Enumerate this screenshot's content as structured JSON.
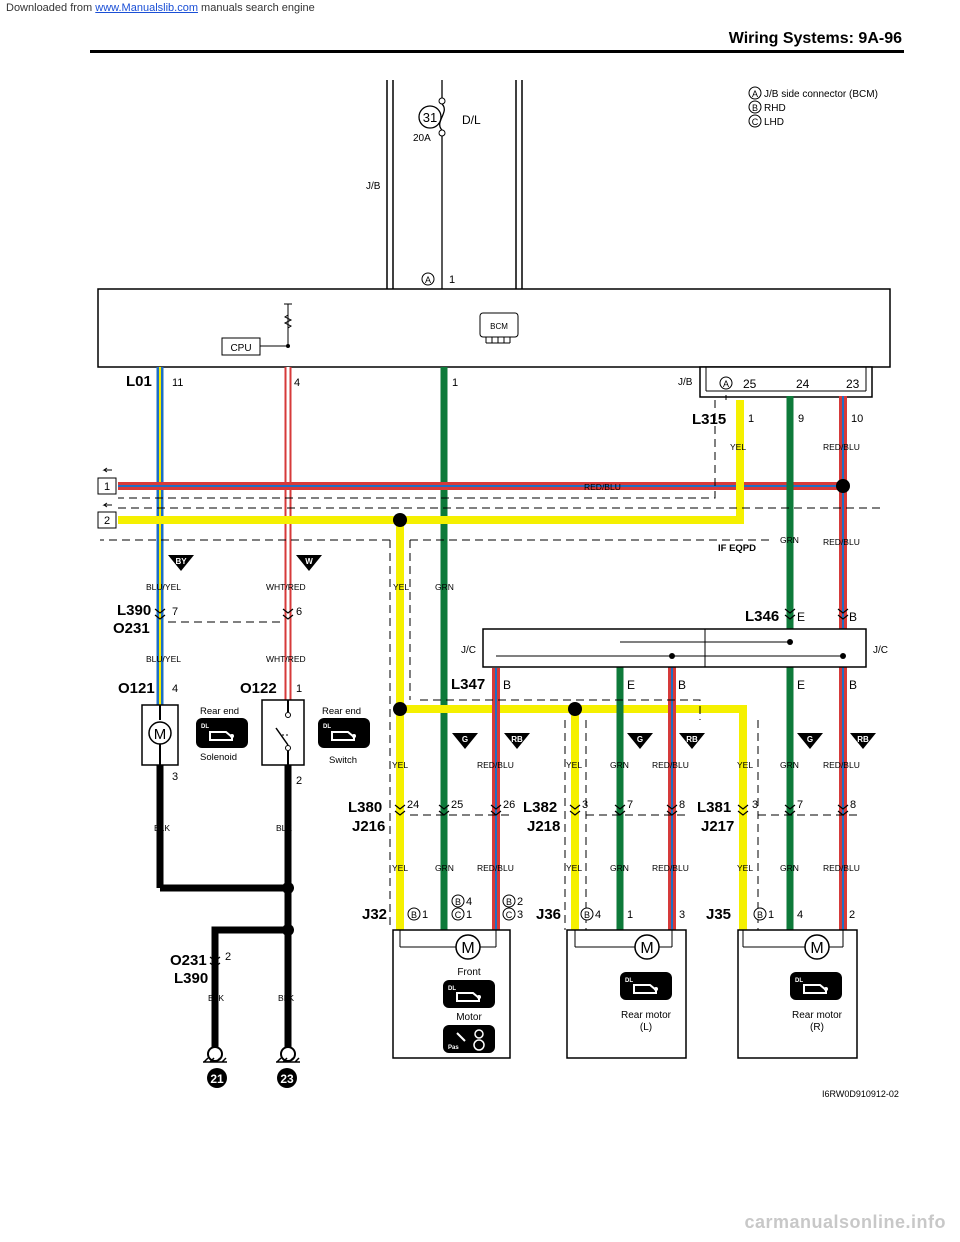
{
  "header": {
    "downloaded_from": "Downloaded from",
    "site_link": "www.Manualslib.com",
    "site_suffix": "manuals search engine",
    "page_title": "Wiring Systems:    9A-96"
  },
  "legend": {
    "a": {
      "letter": "A",
      "text": "J/B side connector (BCM)"
    },
    "b": {
      "letter": "B",
      "text": "RHD"
    },
    "c": {
      "letter": "C",
      "text": "LHD"
    }
  },
  "diagram": {
    "fuse_no": "31",
    "fuse_amp": "20A",
    "fuse_name": "D/L",
    "jb_label": "J/B",
    "jb_label2": "J/B",
    "conn_a": "A",
    "a_pin": "1",
    "cpu": "CPU",
    "bcm": "BCM",
    "l01": "L01",
    "l01_p11": "11",
    "l01_p4": "4",
    "l01_p1": "1",
    "jb_pins": [
      "25",
      "24",
      "23"
    ],
    "l315": "L315",
    "l315_pins": [
      "1",
      "9",
      "10"
    ],
    "yel": "YEL",
    "grn": "GRN",
    "red_blu": "RED/BLU",
    "blu_yel": "BLU/YEL",
    "wht_red": "WHT/RED",
    "blk": "BLK",
    "if_eqpd": "IF EQPD",
    "arrow1": "1",
    "arrow2": "2",
    "tag_by": "BY",
    "tag_w": "W",
    "tag_g": "G",
    "tag_rb": "RB",
    "l390": "L390",
    "o231": "O231",
    "l390_p7": "7",
    "l390_p6": "6",
    "l346": "L346",
    "e": "E",
    "b": "B",
    "jc": "J/C",
    "l347": "L347",
    "o121": "O121",
    "o121_p4": "4",
    "o121_p3": "3",
    "o122": "O122",
    "o122_p1": "1",
    "o122_p2": "2",
    "rear_end": "Rear end",
    "solenoid": "Solenoid",
    "switch": "Switch",
    "l380": "L380",
    "j216": "J216",
    "l380_pins": [
      "24",
      "25",
      "26"
    ],
    "l382": "L382",
    "j218": "J218",
    "l382_pins": [
      "3",
      "7",
      "8"
    ],
    "l381": "L381",
    "j217": "J217",
    "l381_pins": [
      "3",
      "7",
      "8"
    ],
    "j32": "J32",
    "j36": "J36",
    "j35": "J35",
    "j32_p1": "1",
    "j32_b4": "4",
    "j32_c1": "1",
    "j32_b2": "2",
    "j32_c3": "3",
    "j36_b4": "4",
    "j36_p1": "1",
    "j36_p3": "3",
    "j35_b1": "1",
    "j35_p4": "4",
    "j35_p2": "2",
    "motor_m": "M",
    "front": "Front",
    "motor": "Motor",
    "rear_motor": "Rear motor",
    "rear_l": "(L)",
    "rear_r": "(R)",
    "o231_2": "O231",
    "l390_2": "L390",
    "o231_p2": "2",
    "ground21": "21",
    "ground23": "23",
    "dl": "DL",
    "pas": "Pas",
    "figure_id": "I6RW0D910912-02"
  },
  "footer": {
    "watermark": "carmanualsonline.info"
  },
  "colors": {
    "yellow": "#f5f000",
    "green": "#0e7a3a",
    "red": "#d63a3a",
    "blue": "#1f6fc4",
    "black": "#000000"
  }
}
